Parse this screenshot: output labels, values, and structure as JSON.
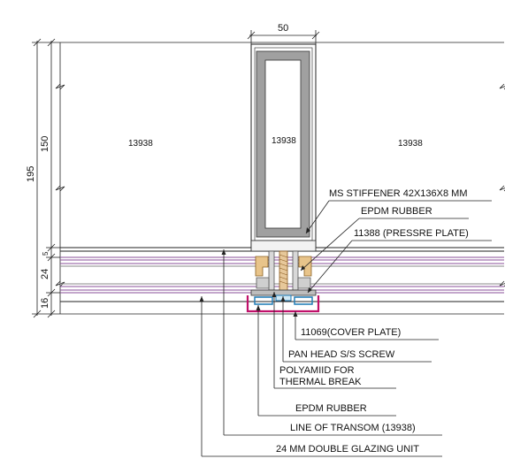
{
  "dimensions": {
    "mullion_width": "50",
    "overall_height": "195",
    "upper_height": "150",
    "small_height": "5",
    "glazing_height": "24",
    "lower_height": "16"
  },
  "sections": {
    "left": "13938",
    "center": "13938",
    "right": "13938"
  },
  "callouts": {
    "ms_stiffener": "MS STIFFENER 42X136X8 MM",
    "epdm_rubber_top": "EPDM RUBBER",
    "pressure_plate": "11388 (PRESSRE PLATE)",
    "cover_plate": "11069(COVER PLATE)",
    "pan_head_screw": "PAN HEAD S/S SCREW",
    "polyamide_line1": "POLYAMIID  FOR",
    "polyamide_line2": "THERMAL BREAK",
    "epdm_rubber_bottom": "EPDM RUBBER",
    "line_of_transom": "LINE OF TRANSOM (13938)",
    "glazing_unit": "24 MM DOUBLE GLAZING UNIT"
  },
  "colors": {
    "line": "#222222",
    "glass": "#8a4f9a",
    "gasket": "#1a78b4",
    "cover": "#c0106a",
    "metal": "#a0a0a0",
    "rubber": "#d8a060"
  }
}
